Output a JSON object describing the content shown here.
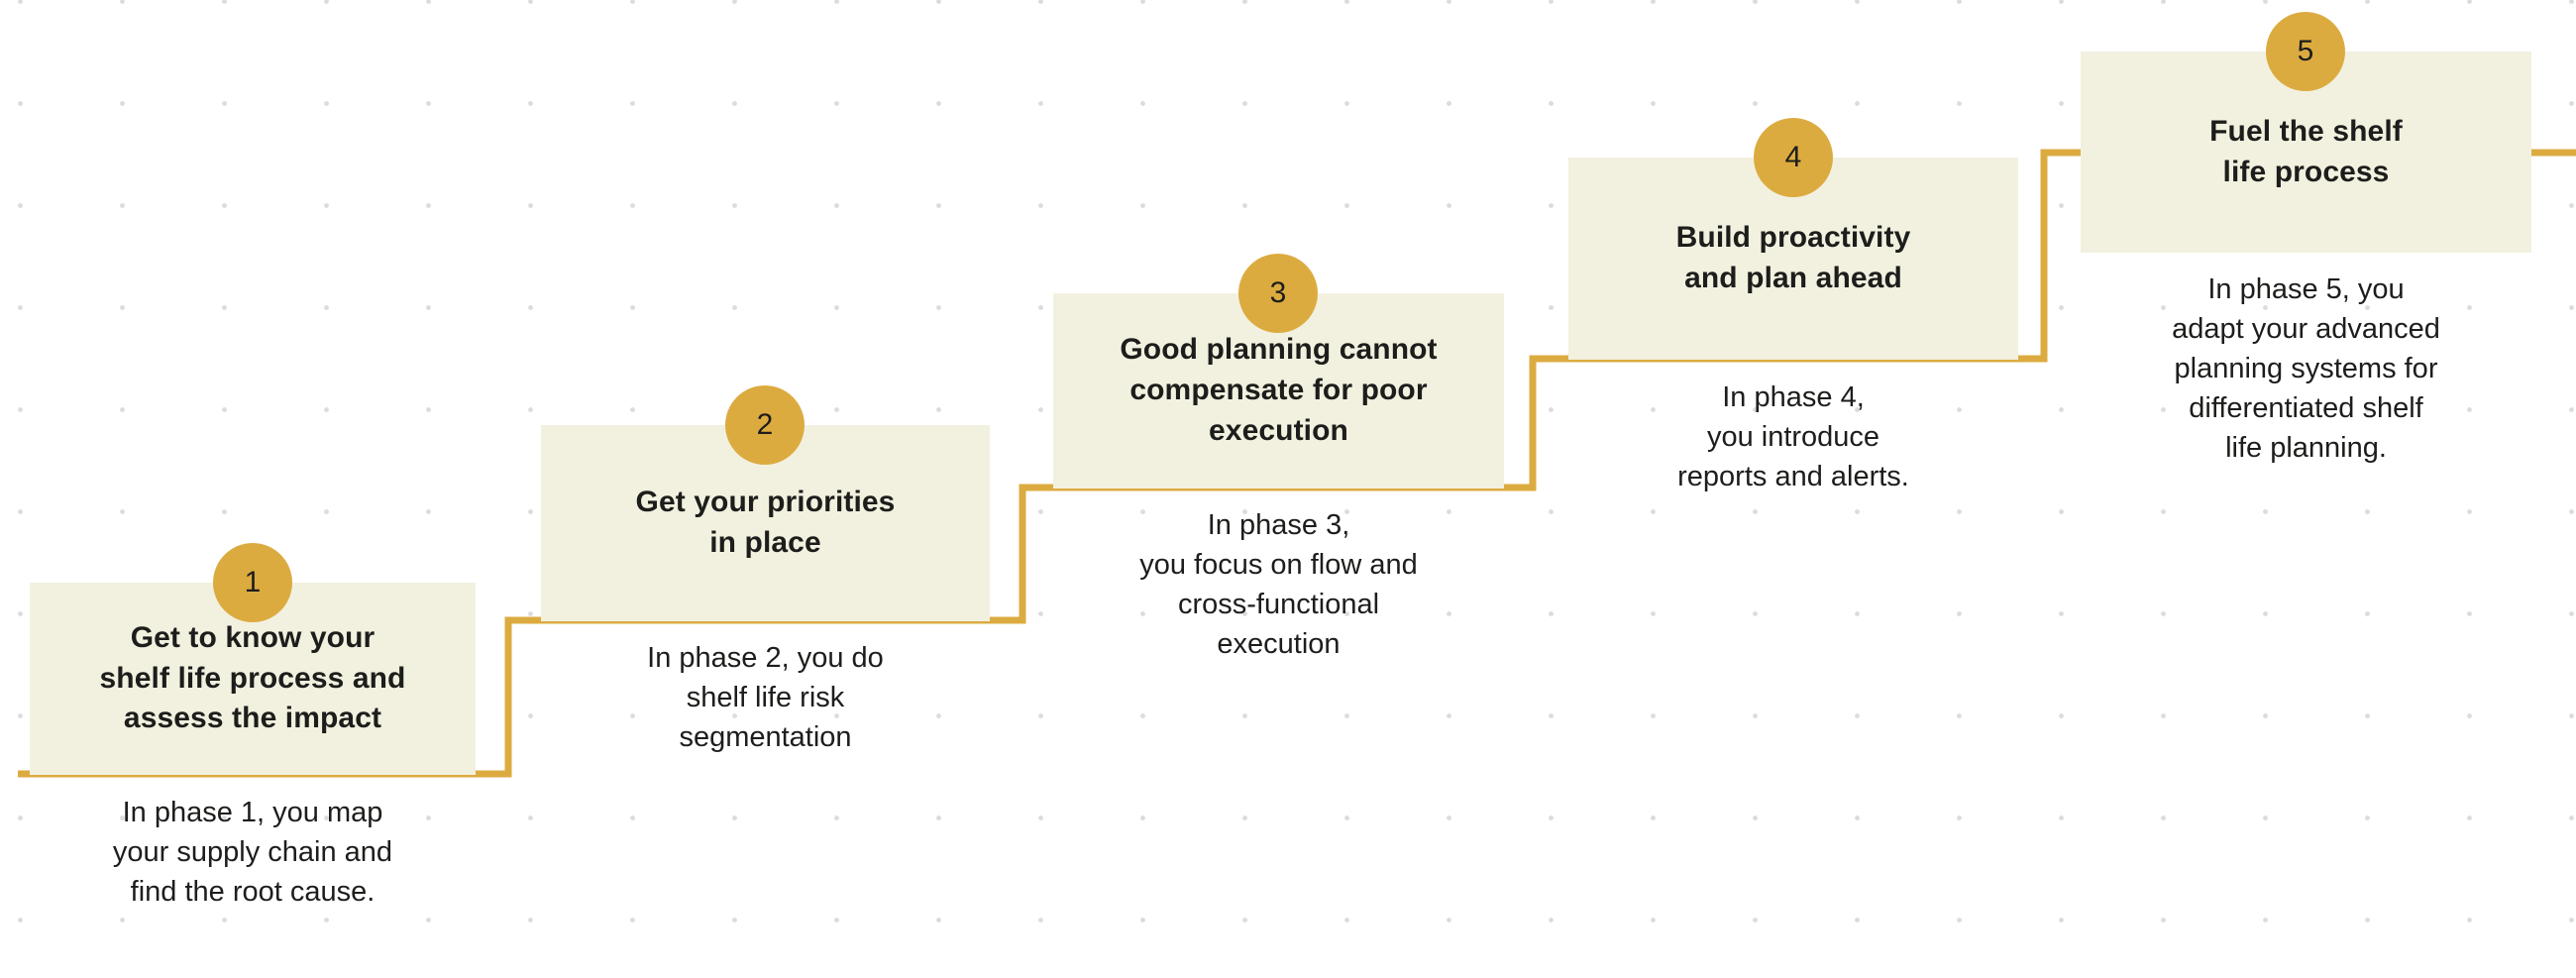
{
  "diagram": {
    "type": "staircase-process",
    "accent_color": "#dcab40",
    "card_color": "#f2f1e0",
    "text_color": "#1d1d1b",
    "background_color": "#ffffff",
    "dot_color": "#dcdcdc",
    "step_count": 5
  },
  "steps": [
    {
      "number": "1",
      "title": "Get to know your\nshelf life process and\nassess the impact",
      "caption": "In phase 1, you map\nyour supply chain and\nfind the root cause."
    },
    {
      "number": "2",
      "title": "Get your priorities\nin place",
      "caption": "In phase 2, you do\nshelf life risk\nsegmentation"
    },
    {
      "number": "3",
      "title": "Good planning cannot\ncompensate for poor\nexecution",
      "caption": "In phase 3,\nyou focus on flow and\ncross-functional\nexecution"
    },
    {
      "number": "4",
      "title": "Build proactivity\nand plan ahead",
      "caption": "In phase 4,\nyou introduce\nreports and alerts."
    },
    {
      "number": "5",
      "title": "Fuel the shelf\nlife process",
      "caption": "In phase 5, you\nadapt your advanced\nplanning systems for\ndifferentiated shelf\nlife planning."
    }
  ]
}
